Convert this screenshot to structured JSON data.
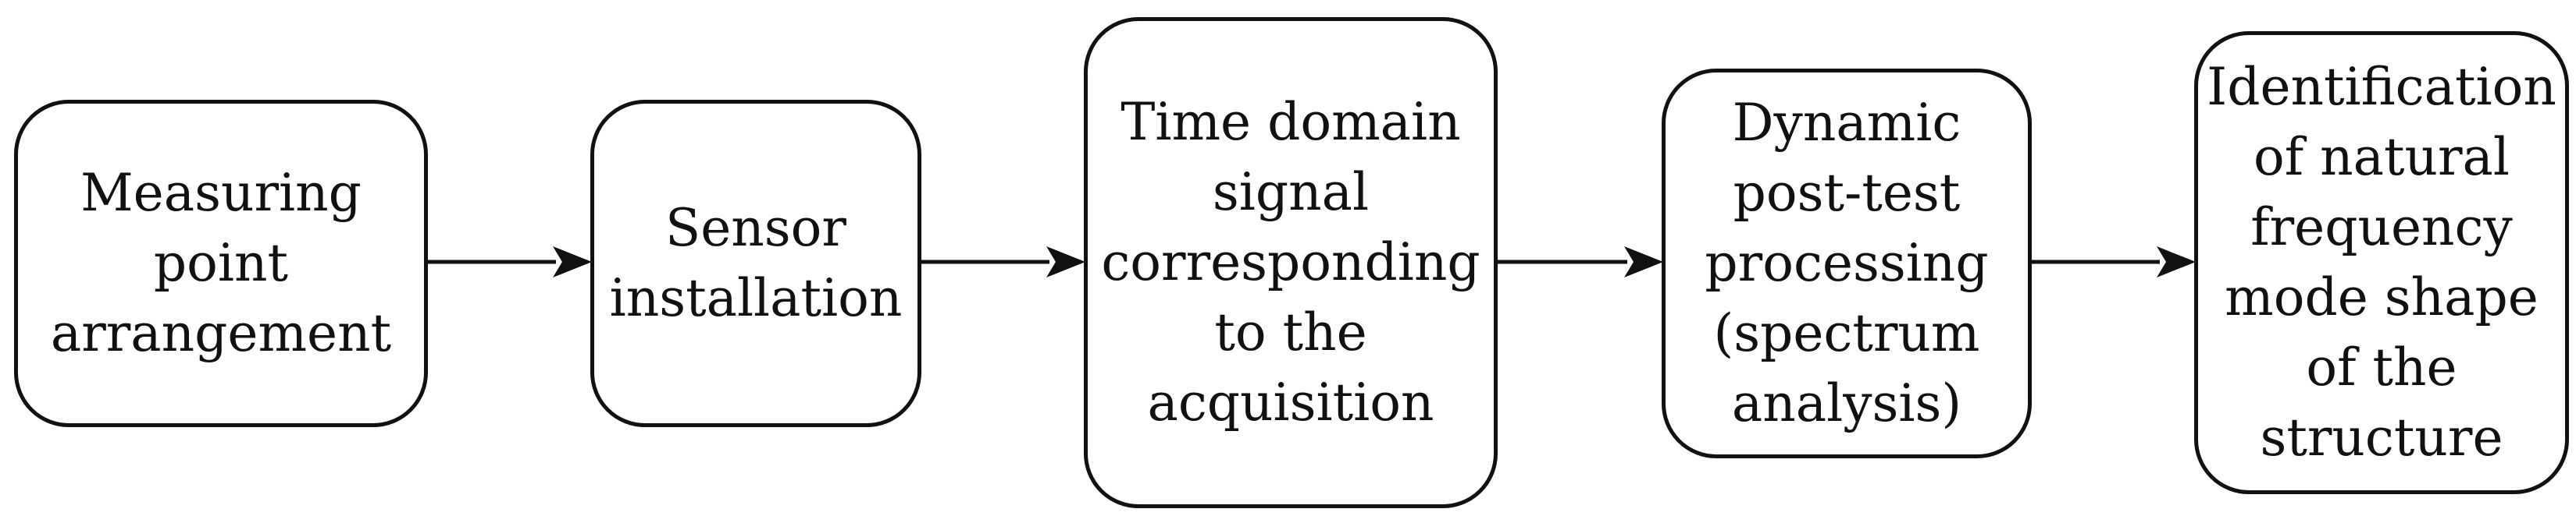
{
  "steps": [
    {
      "label": "Measuring\npoint\narrangement"
    },
    {
      "label": "Sensor\ninstallation"
    },
    {
      "label": "Time domain\nsignal\ncorresponding\nto the\nacquisition"
    },
    {
      "label": "Dynamic\npost-test\nprocessing\n(spectrum\nanalysis)"
    },
    {
      "label": "Identification\nof natural\nfrequency\nmode shape\nof the\nstructure"
    }
  ],
  "colors": {
    "stroke": "#111111",
    "background": "#ffffff"
  }
}
